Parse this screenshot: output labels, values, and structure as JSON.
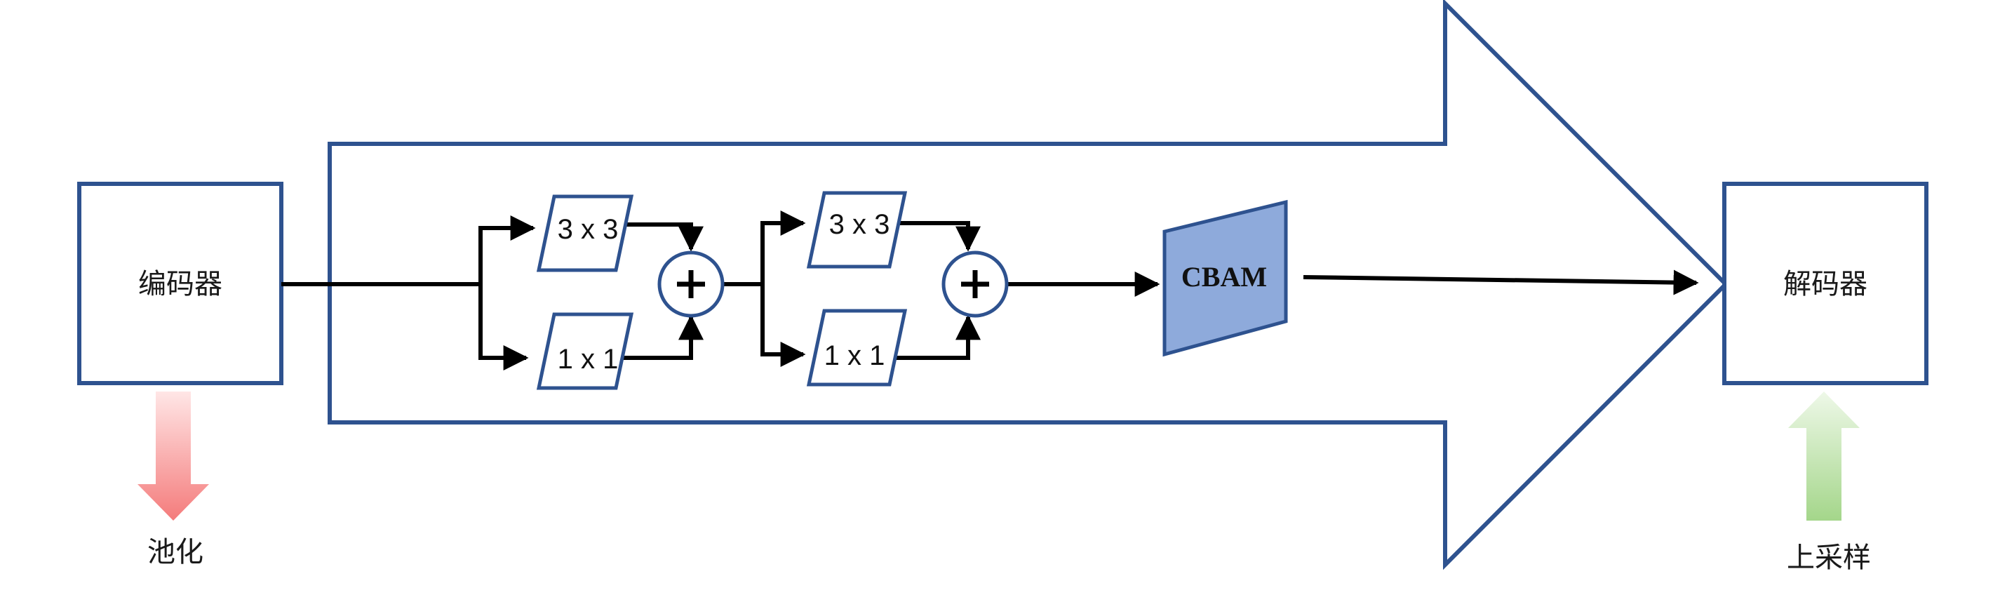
{
  "encoder": {
    "label": "编码器"
  },
  "decoder": {
    "label": "解码器"
  },
  "pooling": {
    "label": "池化",
    "color": "#f08080"
  },
  "upsampling": {
    "label": "上采样",
    "color": "#a6d88e"
  },
  "branches": [
    {
      "conv_top": "3 x 3",
      "conv_bottom": "1 x 1",
      "merge": "+"
    },
    {
      "conv_top": "3 x 3",
      "conv_bottom": "1 x 1",
      "merge": "+"
    }
  ],
  "cbam": {
    "label": "CBAM",
    "color": "#8eaadb"
  },
  "colors": {
    "box_border": "#2e528f",
    "connector": "#000000"
  }
}
